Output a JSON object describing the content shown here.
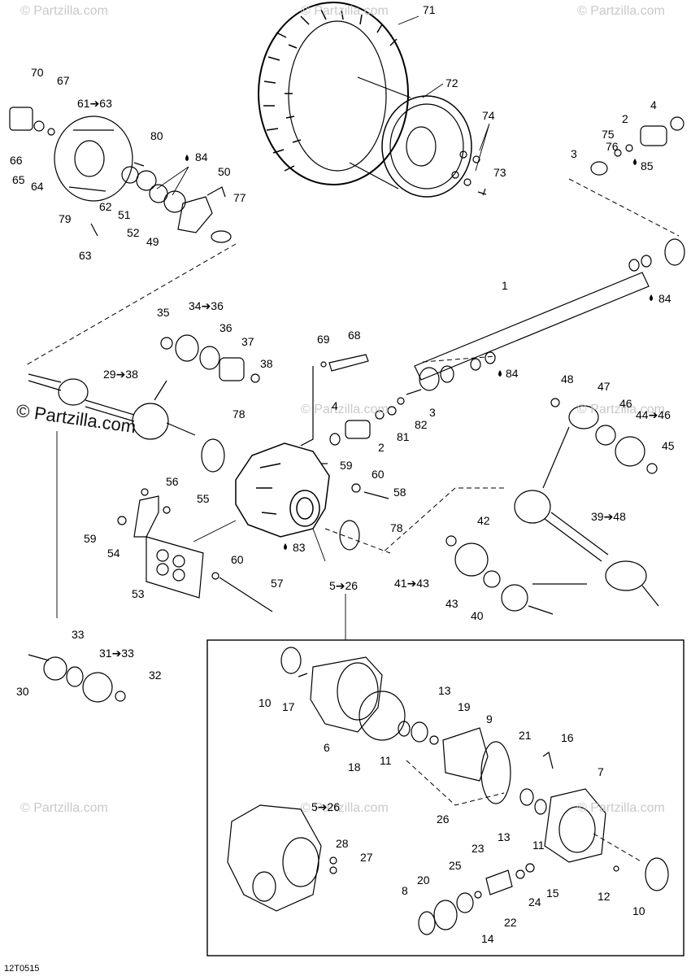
{
  "diagram_code": "12T0515",
  "watermark": "© Partzilla.com",
  "labels": {
    "l1": "1",
    "l2": "2",
    "l2b": "2",
    "l3": "3",
    "l3b": "3",
    "l4": "4",
    "l4b": "4",
    "l5_26": "5➔26",
    "l5_26b": "5➔26",
    "l6": "6",
    "l7": "7",
    "l8": "8",
    "l9": "9",
    "l10": "10",
    "l10b": "10",
    "l11": "11",
    "l11b": "11",
    "l12": "12",
    "l13": "13",
    "l13b": "13",
    "l14": "14",
    "l15": "15",
    "l16": "16",
    "l17": "17",
    "l18": "18",
    "l19": "19",
    "l20": "20",
    "l21": "21",
    "l22": "22",
    "l23": "23",
    "l24": "24",
    "l25": "25",
    "l26": "26",
    "l27": "27",
    "l28": "28",
    "l29_38": "29➔38",
    "l30": "30",
    "l31_33": "31➔33",
    "l32": "32",
    "l33": "33",
    "l34_36": "34➔36",
    "l35": "35",
    "l36": "36",
    "l37": "37",
    "l38": "38",
    "l39_48": "39➔48",
    "l40": "40",
    "l41_43": "41➔43",
    "l42": "42",
    "l43": "43",
    "l44_46": "44➔46",
    "l45": "45",
    "l46": "46",
    "l47": "47",
    "l48": "48",
    "l49": "49",
    "l50": "50",
    "l51": "51",
    "l52": "52",
    "l53": "53",
    "l54": "54",
    "l55": "55",
    "l56": "56",
    "l57": "57",
    "l58": "58",
    "l59": "59",
    "l59b": "59",
    "l60": "60",
    "l60b": "60",
    "l61_63": "61➔63",
    "l62": "62",
    "l63": "63",
    "l64": "64",
    "l65": "65",
    "l66": "66",
    "l67": "67",
    "l68": "68",
    "l69": "69",
    "l70": "70",
    "l71": "71",
    "l72": "72",
    "l73": "73",
    "l74": "74",
    "l75": "75",
    "l76": "76",
    "l77": "77",
    "l78": "78",
    "l78b": "78",
    "l79": "79",
    "l80": "80",
    "l81": "81",
    "l82": "82",
    "l83": "83",
    "l84a": "84",
    "l84b": "84",
    "l84c": "84",
    "l85": "85"
  }
}
